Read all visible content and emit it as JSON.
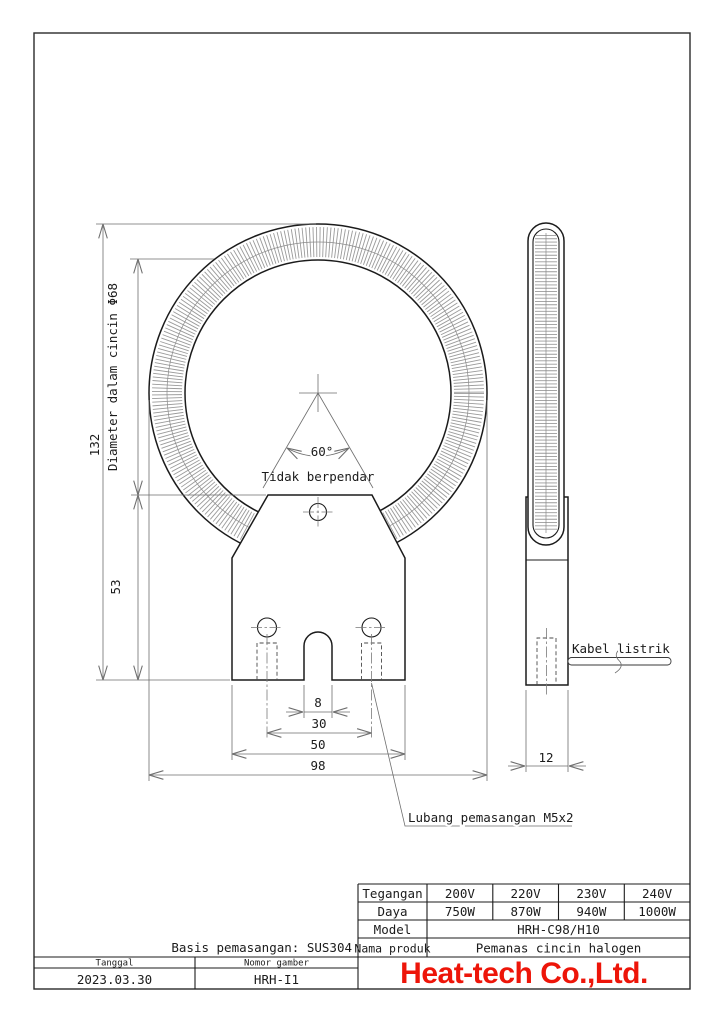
{
  "front_view": {
    "dim_132": "132",
    "dim_53": "53",
    "inner_diameter_label": "Diameter dalam cincin Φ68",
    "angle_label": "60°",
    "no_glow_label": "Tidak berpendar",
    "dim_8": "8",
    "dim_30": "30",
    "dim_50": "50",
    "dim_98": "98",
    "mounting_hole_label": "Lubang pemasangan M5x2"
  },
  "side_view": {
    "dim_12": "12",
    "cable_label": "Kabel listrik"
  },
  "notes": {
    "base_material": "Basis pemasangan: SUS304"
  },
  "title_block": {
    "spec_rows": [
      {
        "label": "Tegangan",
        "v1": "200V",
        "v2": "220V",
        "v3": "230V",
        "v4": "240V"
      },
      {
        "label": "Daya",
        "v1": "750W",
        "v2": "870W",
        "v3": "940W",
        "v4": "1000W"
      }
    ],
    "model_label": "Model",
    "model": "HRH-C98/H10",
    "product_label": "Nama produk",
    "product": "Pemanas cincin halogen",
    "date_label": "Tanggal",
    "date": "2023.03.30",
    "number_label": "Nomor gamber",
    "number": "HRH-I1",
    "company": "Heat-tech Co.,Ltd.",
    "company_color": "#ed1509"
  }
}
